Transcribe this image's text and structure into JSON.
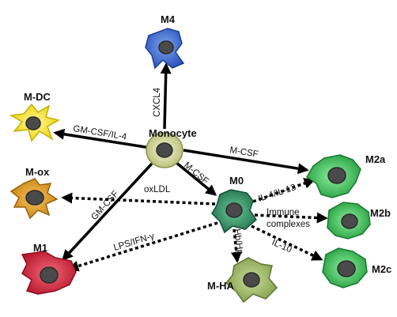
{
  "cells": {
    "monocyte": "Monocyte",
    "m4": "M4",
    "mdc": "M-DC",
    "mox": "M-ox",
    "m1": "M1",
    "m0": "M0",
    "mha": "M-HA",
    "m2a": "M2a",
    "m2b": "M2b",
    "m2c": "M2c"
  },
  "edges": {
    "cxcl4": "CXCL4",
    "gmcsf_il4": "GM-CSF/IL-4",
    "mcsf_to_m2a": "M-CSF",
    "mcsf_to_m0": "M-CSF",
    "gmcsf": "GM-CSF",
    "oxldl": "oxLDL",
    "lps_ifn": "LPS/IFN-γ",
    "il4_il13": "IL-4/IL-13",
    "immune_1": "Immune",
    "immune_2": "complexes",
    "il10": "IL-10",
    "hb_hp": "Hb/Hp"
  },
  "colors": {
    "monocyte": "#c9cf8a",
    "m4": "#3f6fd8",
    "mdc": "#f4e21a",
    "mox": "#e2a12a",
    "m1": "#d8283d",
    "m0": "#2f8f5f",
    "mha": "#9fb867",
    "m2": "#2fbf4f"
  }
}
